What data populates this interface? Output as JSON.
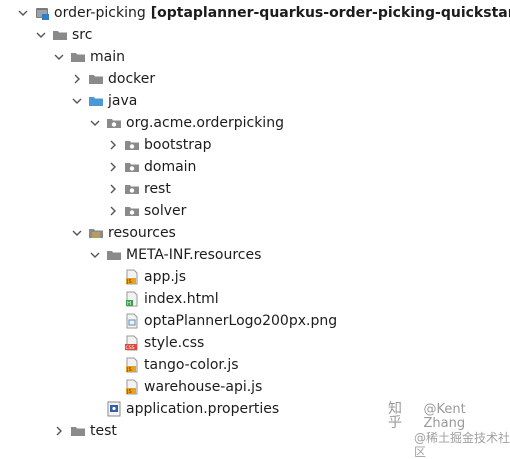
{
  "tree": {
    "project": {
      "name": "order-picking",
      "suffix": "[optaplanner-quarkus-order-picking-quickstart]"
    },
    "items": {
      "src": "src",
      "main": "main",
      "docker": "docker",
      "java": "java",
      "package": "org.acme.orderpicking",
      "bootstrap": "bootstrap",
      "domain": "domain",
      "rest": "rest",
      "solver": "solver",
      "resources": "resources",
      "meta_inf": "META-INF.resources",
      "app_js": "app.js",
      "index_html": "index.html",
      "logo_png": "optaPlannerLogo200px.png",
      "style_css": "style.css",
      "tango_js": "tango-color.js",
      "warehouse_js": "warehouse-api.js",
      "app_props": "application.properties",
      "test": "test"
    },
    "icon_badges": {
      "js": "JS",
      "html": "H",
      "css": "CSS"
    }
  },
  "watermark": {
    "logo": "知乎",
    "name": "@Kent Zhang",
    "sub": "@稀土掘金技术社区"
  }
}
